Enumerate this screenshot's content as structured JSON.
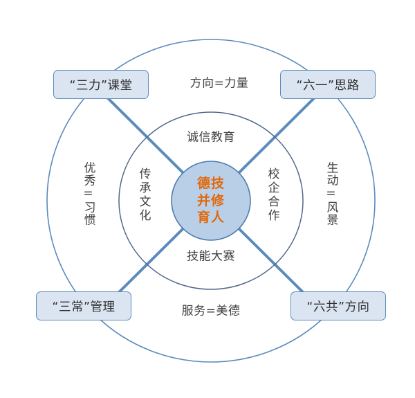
{
  "diagram": {
    "title_core": {
      "line1": "德技",
      "line2": "并修",
      "line3": "育人",
      "color": "#e2680b"
    },
    "colors": {
      "ring_stroke": "#5b8bbd",
      "connector": "#5b8bbd",
      "box_fill": "#dbe5f1",
      "box_border": "#5b8bbd",
      "core_fill": "#b9cfe7",
      "core_stroke": "#5b8bbd",
      "text": "#3f3f3f",
      "accent": "#e2680b",
      "background": "#ffffff"
    },
    "corner_boxes": [
      {
        "id": "top-left",
        "label": "“三力”课堂"
      },
      {
        "id": "top-right",
        "label": "“六一”思路"
      },
      {
        "id": "bottom-left",
        "label": "“三常”管理"
      },
      {
        "id": "bottom-right",
        "label": "“六共”方向"
      }
    ],
    "outer_ring_labels": [
      {
        "id": "top",
        "label": "方向=力量",
        "orientation": "horizontal"
      },
      {
        "id": "bottom",
        "label": "服务=美德",
        "orientation": "horizontal"
      },
      {
        "id": "left",
        "label": "优秀=习惯",
        "orientation": "vertical"
      },
      {
        "id": "right",
        "label": "生动=风景",
        "orientation": "vertical"
      }
    ],
    "inner_ring_labels": [
      {
        "id": "top",
        "label": "诚信教育",
        "orientation": "horizontal"
      },
      {
        "id": "bottom",
        "label": "技能大赛",
        "orientation": "horizontal"
      },
      {
        "id": "left",
        "label": "传承文化",
        "orientation": "vertical"
      },
      {
        "id": "right",
        "label": "校企合作",
        "orientation": "vertical"
      }
    ]
  }
}
